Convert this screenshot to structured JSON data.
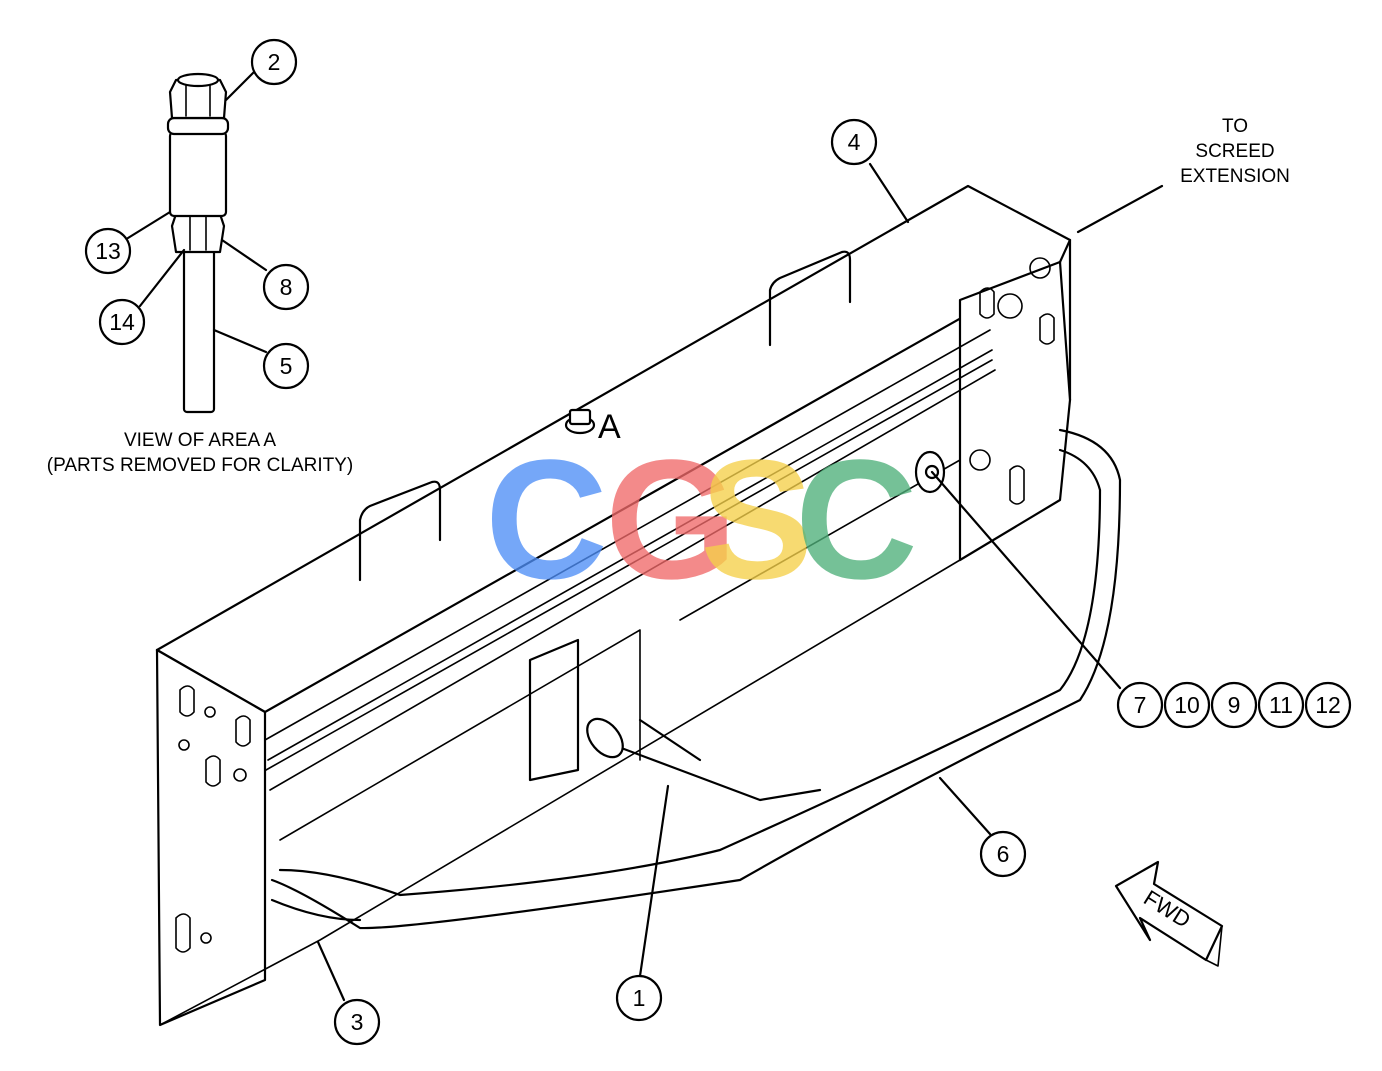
{
  "detail_view": {
    "caption_line1": "VIEW OF AREA A",
    "caption_line2": "(PARTS REMOVED FOR CLARITY)"
  },
  "area_marker": "A",
  "callout_to_extension": {
    "line1": "TO",
    "line2": "SCREED",
    "line3": "EXTENSION"
  },
  "direction_arrow": {
    "label": "FWD"
  },
  "callouts": {
    "c1": "1",
    "c2": "2",
    "c3": "3",
    "c4": "4",
    "c5": "5",
    "c6": "6",
    "c7": "7",
    "c8": "8",
    "c9": "9",
    "c10": "10",
    "c11": "11",
    "c12": "12",
    "c13": "13",
    "c14": "14"
  },
  "watermark": {
    "letters": [
      "C",
      "G",
      "S",
      "C"
    ],
    "colors": [
      "#4f8ff7",
      "#f06a6a",
      "#f5d04a",
      "#4fb07a"
    ]
  }
}
